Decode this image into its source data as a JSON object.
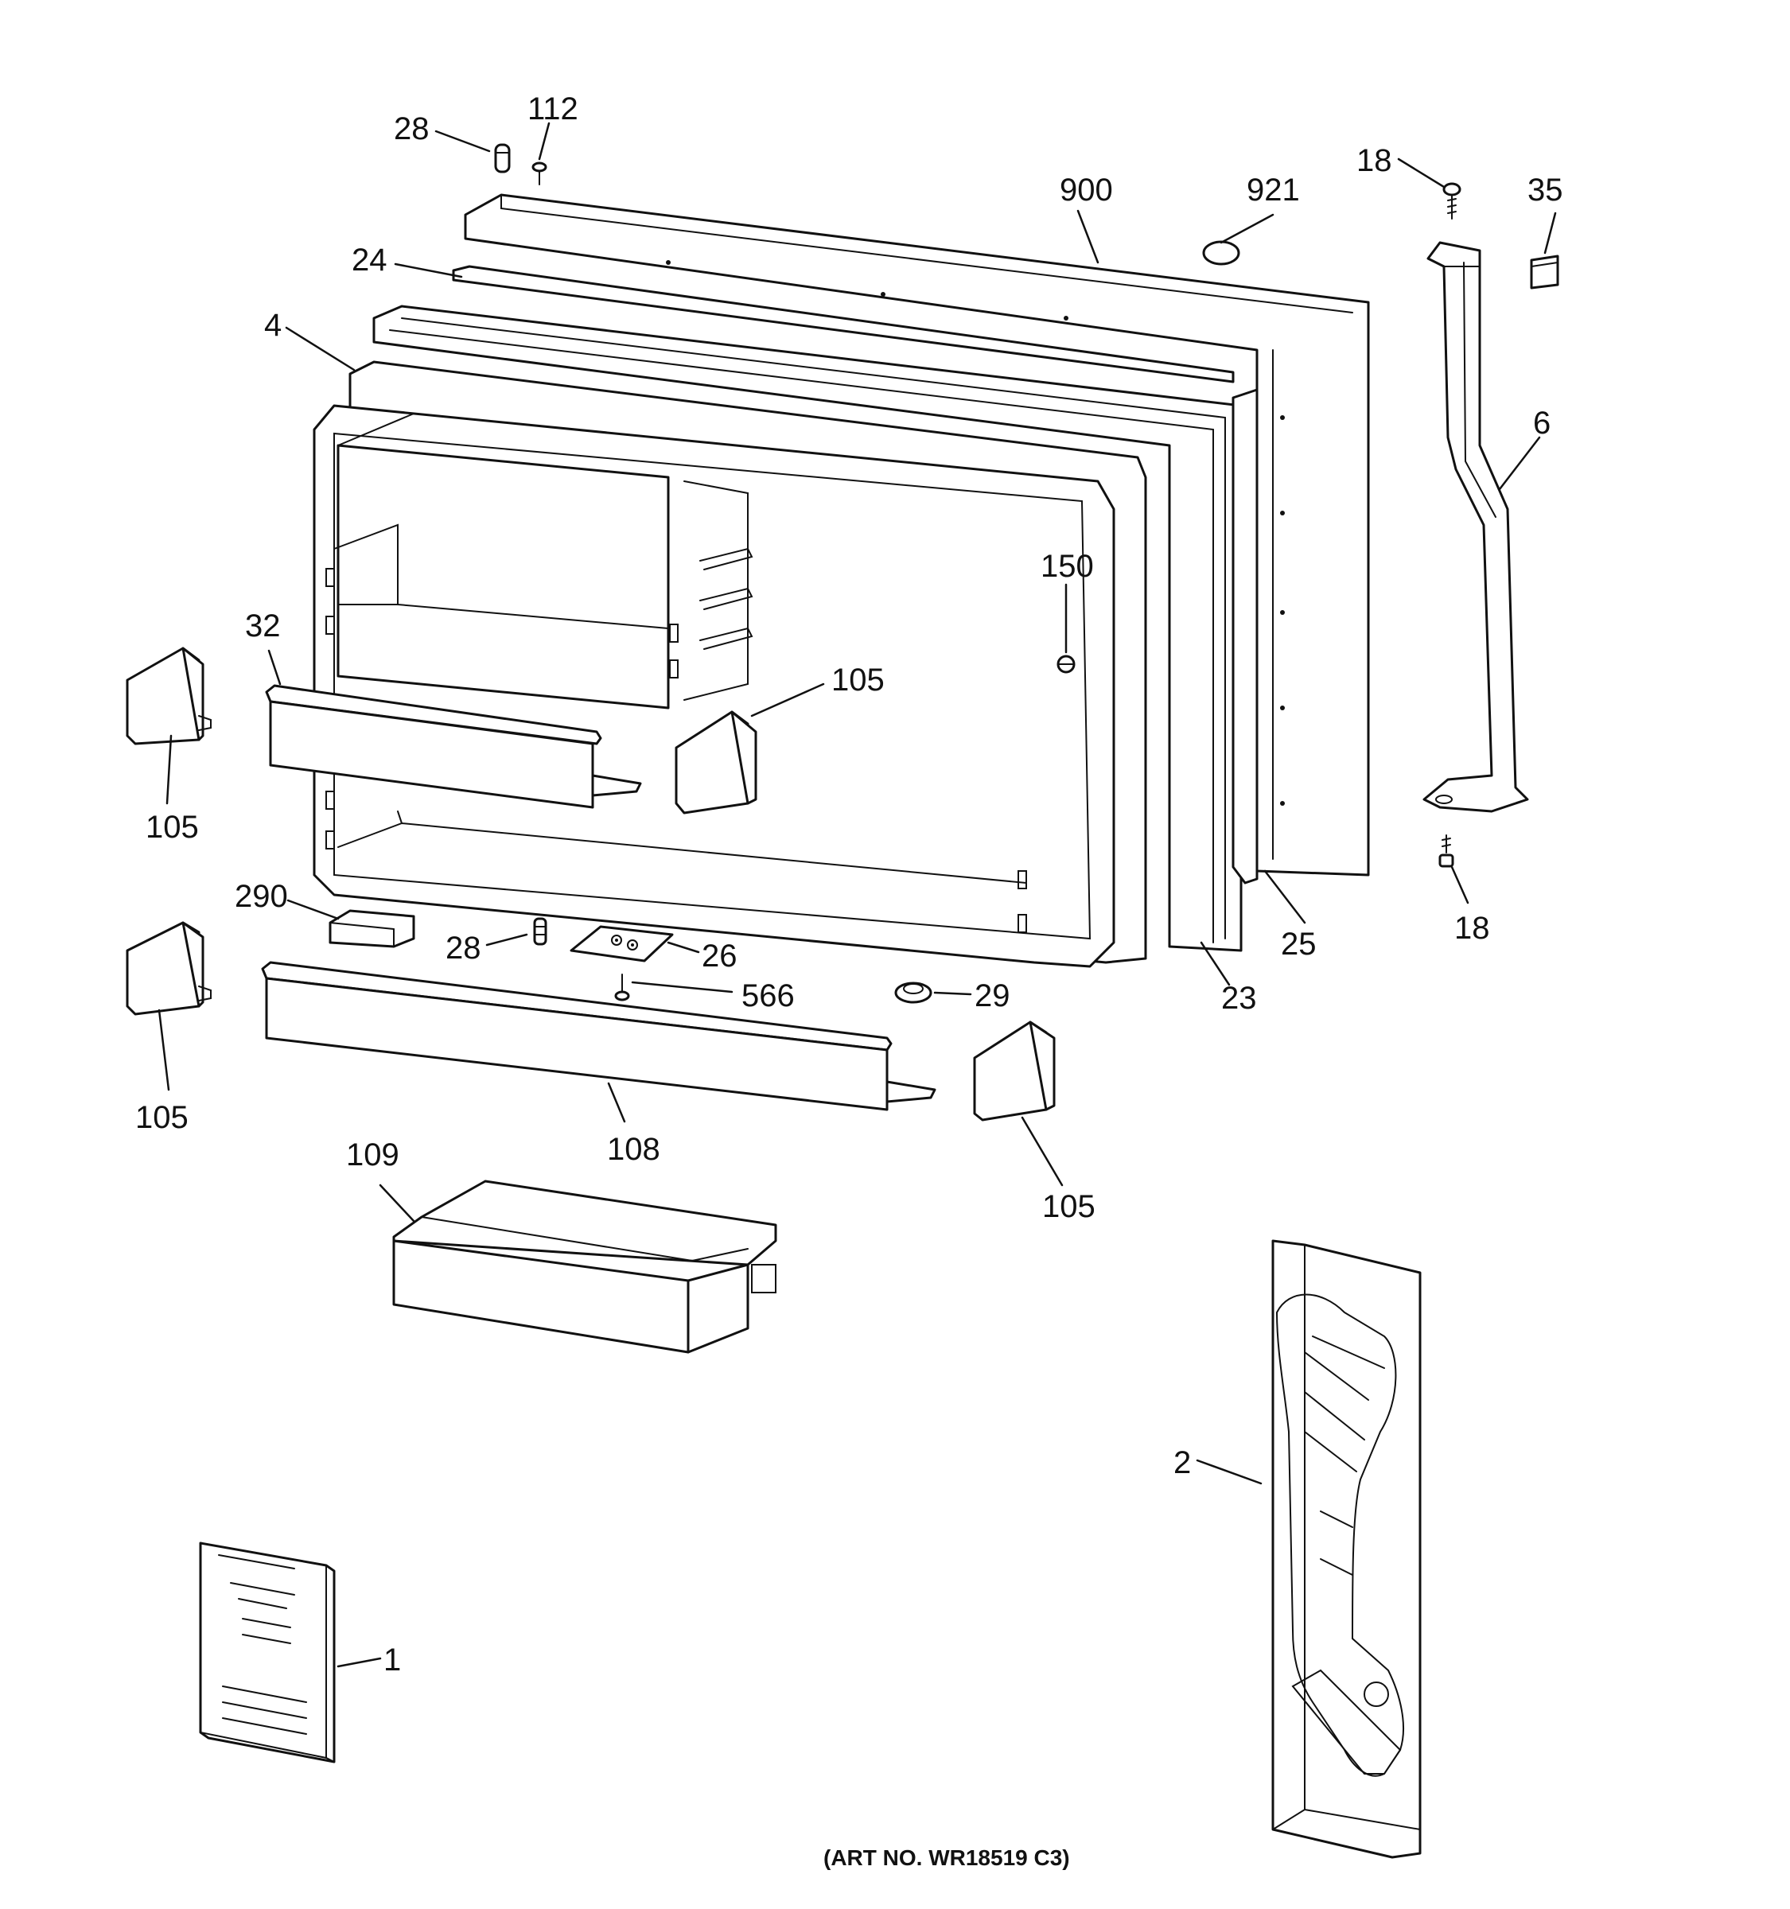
{
  "labels": {
    "p28_top": "28",
    "p112": "112",
    "p900": "900",
    "p921": "921",
    "p18_top": "18",
    "p35": "35",
    "p24": "24",
    "p4": "4",
    "p6": "6",
    "p150": "150",
    "p32": "32",
    "p105_center": "105",
    "p105_left_upper": "105",
    "p290": "290",
    "p28_mid": "28",
    "p26": "26",
    "p566": "566",
    "p29": "29",
    "p23": "23",
    "p25": "25",
    "p18_bottom": "18",
    "p105_left_lower": "105",
    "p108": "108",
    "p105_right": "105",
    "p109": "109",
    "p2": "2",
    "p1": "1"
  },
  "art_number": "(ART NO. WR18519 C3)"
}
